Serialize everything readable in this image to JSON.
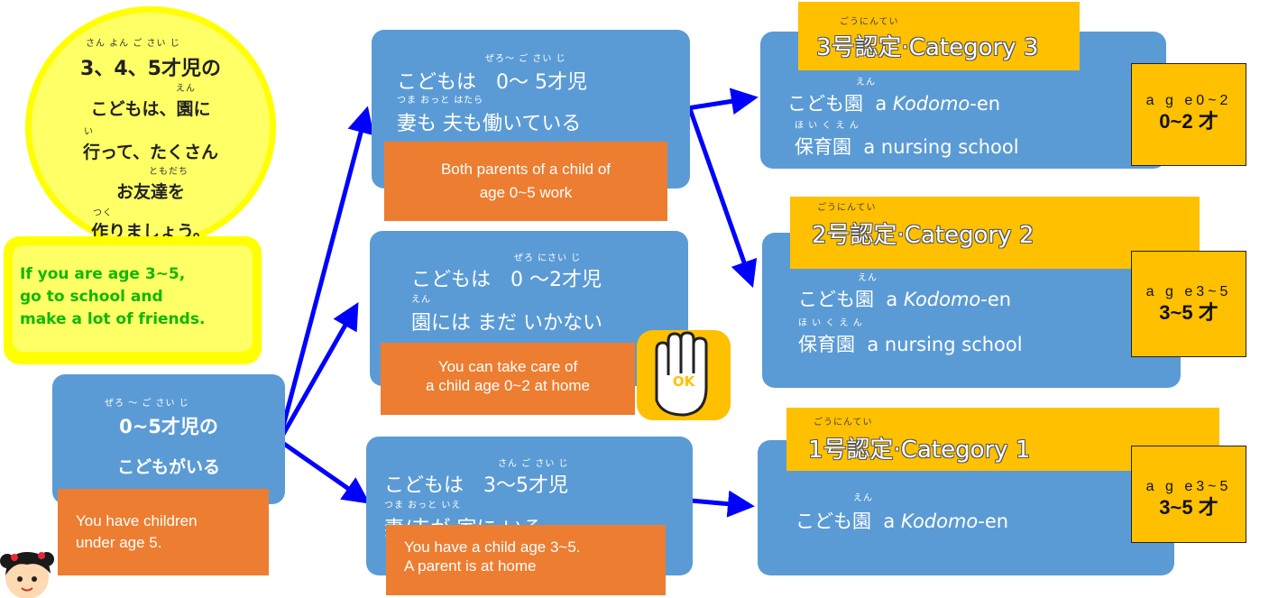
{
  "circle": {
    "line1": "3、4、5才児の",
    "line1_furi": "さん  よん  ご さい じ",
    "line2": "こどもは、園に",
    "line2_furi": "えん",
    "line3": "行って、たくさん",
    "line3_furi": "い",
    "line4": "お友達を",
    "line4_furi": "ともだち",
    "line5": "作りましょう。",
    "line5_furi": "つく"
  },
  "english_box": {
    "line1": "If you are age 3~5,",
    "line2": "go to school and",
    "line3": "make a lot of friends."
  },
  "start": {
    "line1": "0~5才児の",
    "line1_furi": "ぜろ ～  ご さい  じ",
    "line2": "こどもがいる",
    "note_line1": "You have children",
    "note_line2": "under age 5."
  },
  "branch_top": {
    "line1": "こどもは　0～ 5才児",
    "line1_furi": "ぜろ～  ご さい じ",
    "line2": "妻も  夫も働いている",
    "line2_furi": "つま      おっと   はたら",
    "note_line1": "Both parents of a child of",
    "note_line2": "age 0~5 work"
  },
  "branch_mid": {
    "line1": "こどもは　0 ～2才児",
    "line1_furi": "ぜろ       にさい  じ",
    "line2": "園には  まだ  いかない",
    "line2_furi": "えん",
    "note_line1": "You can take care of",
    "note_line2": "a child age 0~2 at home",
    "ok_label": "OK"
  },
  "branch_bot": {
    "line1": "こどもは　3～5才児",
    "line1_furi": "さん    ご さい  じ",
    "line2": "妻/夫が  家に  いる",
    "line2_furi": "つま  おっと     いえ",
    "note_line1": "You have a child age 3~5.",
    "note_line2": "A parent is at home"
  },
  "cat3": {
    "title": "3号認定·Category 3",
    "title_furi": "ごうにんてい",
    "fac1_jp": "こども園",
    "fac1_furi": "えん",
    "fac1_a": "a",
    "fac1_en1": "Kodomo",
    "fac1_en2": "-en",
    "fac2_jp": "保育園",
    "fac2_furi": "ほ い く え ん",
    "fac2_en": "a nursing school",
    "age_small": "a g e0~2",
    "age_big": "0~2 才"
  },
  "cat2": {
    "title": "2号認定·Category 2",
    "title_furi": "ごうにんてい",
    "fac1_jp": "こども園",
    "fac1_furi": "えん",
    "fac1_a": "a",
    "fac1_en1": "Kodomo",
    "fac1_en2": "-en",
    "fac2_jp": "保育園",
    "fac2_furi": "ほ い く え ん",
    "fac2_en": "a nursing school",
    "age_small": "a g e3~5",
    "age_big": "3~5 才"
  },
  "cat1": {
    "title": "1号認定·Category 1",
    "title_furi": "ごうにんてい",
    "fac1_jp": "こども園",
    "fac1_furi": "えん",
    "fac1_a": "a",
    "fac1_en1": "Kodomo",
    "fac1_en2": "-en",
    "age_small": "a g e3~5",
    "age_big": "3~5 才"
  },
  "colors": {
    "box_blue": "#5b9bd5",
    "note_orange": "#ed7d31",
    "category_gold": "#ffc000",
    "arrow_blue": "#0000ff",
    "circle_yellow": "#ffff66",
    "english_green": "#11b800"
  }
}
